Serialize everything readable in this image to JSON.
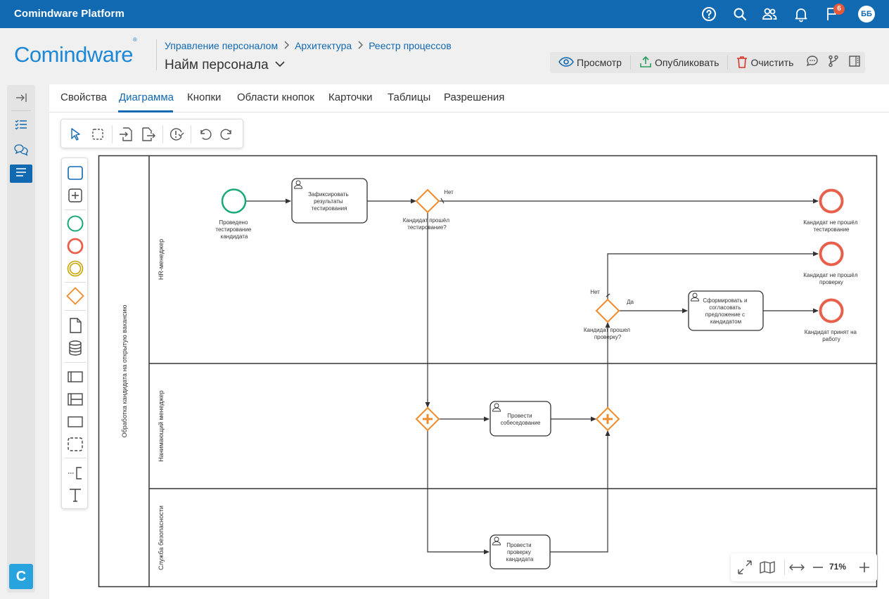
{
  "app": {
    "title": "Comindware Platform",
    "notification_count": "6",
    "user_initials": "ББ"
  },
  "logo": {
    "brand": "Comindware",
    "reg": "®"
  },
  "breadcrumb": {
    "items": [
      "Управление персоналом",
      "Архитектура",
      "Реестр процессов"
    ]
  },
  "page": {
    "title": "Найм персонала"
  },
  "actions": {
    "view_label": "Просмотр",
    "publish_label": "Опубликовать",
    "clear_label": "Очистить"
  },
  "tabs": {
    "items": [
      "Свойства",
      "Диаграмма",
      "Кнопки",
      "Области кнопок",
      "Карточки",
      "Таблицы",
      "Разрешения"
    ],
    "active": "Диаграмма"
  },
  "zoom": {
    "value": "71%"
  },
  "diagram": {
    "pool_label": "Обработка кандидата на открытую вакансию",
    "lanes": [
      "HR-менеджер",
      "Нанимающий менеджер",
      "Служба безопасности"
    ],
    "start_event": [
      "Проведено",
      "тестирование",
      "кандидата"
    ],
    "task_record": [
      "Зафиксировать",
      "результаты",
      "тестирования"
    ],
    "gateway1_label": [
      "Кандидат прошёл",
      "тестирование?"
    ],
    "gateway1_no": "Нет",
    "end_failed_test": [
      "Кандидат не прошёл",
      "тестирование"
    ],
    "end_failed_check": [
      "Кандидат не прошёл",
      "проверку"
    ],
    "gateway2_no": "Нет",
    "gateway2_yes": "Да",
    "gateway2_label": [
      "Кандидат прошел",
      "проверку?"
    ],
    "task_offer": [
      "Сформировать и",
      "согласовать",
      "предложение с",
      "кандидатом"
    ],
    "end_hired": [
      "Кандидат принят на",
      "работу"
    ],
    "task_interview": [
      "Провести",
      "собеседование"
    ],
    "task_check": [
      "Провести",
      "проверку",
      "кандидата"
    ]
  },
  "colors": {
    "topbar": "#1169b2",
    "accent": "#1169b2",
    "start_event": "#18a979",
    "end_event": "#e8604c",
    "gateway": "#f08c2a"
  }
}
